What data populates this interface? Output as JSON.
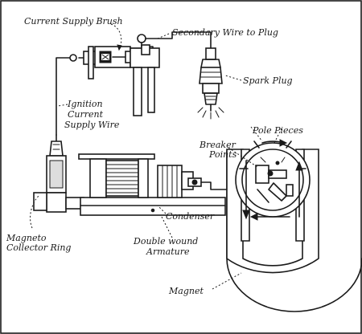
{
  "labels": {
    "current_supply_brush": "Current Supply Brush",
    "secondary_wire": "Secondary Wire to Plug",
    "spark_plug": "Spark Plug",
    "ignition_1": "Ignition",
    "ignition_2": "Current",
    "ignition_3": "Supply Wire",
    "pole_pieces": "Pole Pieces",
    "breaker_1": "Breaker",
    "breaker_2": "Points",
    "condenser": "Condenser",
    "magneto_1": "Magneto",
    "magneto_2": "Collector Ring",
    "double_1": "Double wound",
    "double_2": "Armature",
    "magnet": "Magnet"
  }
}
